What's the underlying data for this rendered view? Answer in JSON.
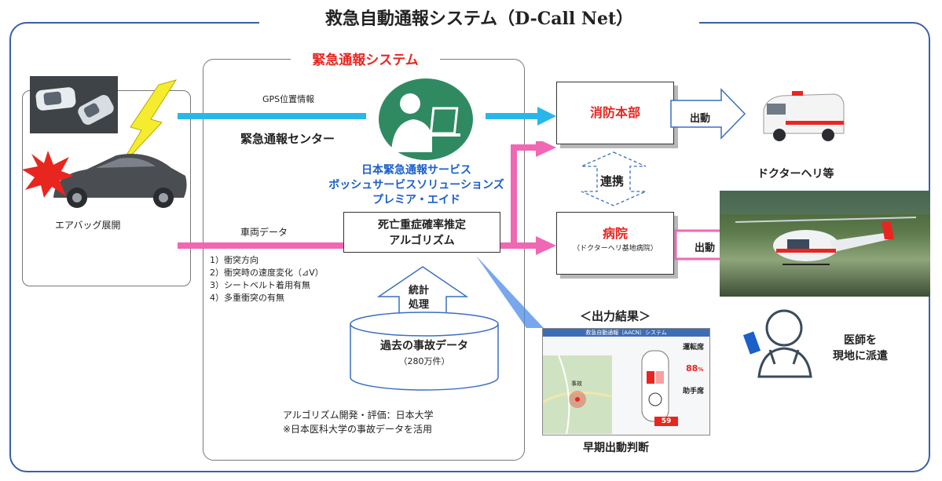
{
  "title": "救急自動通報システム（D-Call Net）",
  "center_title": "緊急通報システム",
  "gps_label": "GPS位置情報",
  "center_name": "緊急通報センター",
  "operators": [
    "日本緊急通報サービス",
    "ボッシュサービスソリューションズ",
    "プレミア・エイド"
  ],
  "airbag_label": "エアバッグ展開",
  "vehicle_data_label": "車両データ",
  "vehicle_data_items": [
    "1）衝突方向",
    "2）衝突時の速度変化（⊿V）",
    "3）シートベルト着用有無",
    "4）多重衝突の有無"
  ],
  "algorithm_box": [
    "死亡重症確率推定",
    "アルゴリズム"
  ],
  "stats_label": [
    "統計",
    "処理"
  ],
  "db_label": [
    "過去の事故データ",
    "（280万件）"
  ],
  "credits": [
    "アルゴリズム開発・評価：日本大学",
    "※日本医科大学の事故データを活用"
  ],
  "fire_dept": "消防本部",
  "dispatch_label": "出動",
  "coop_label": "連携",
  "hospital": "病院",
  "hospital_sub": "（ドクターヘリ基地病院）",
  "doctor_heli": "ドクターヘリ等",
  "output_label": "＜出力結果＞",
  "early_decision": "早期出動判断",
  "doctor_dispatch": [
    "医師を",
    "現地に派遣"
  ],
  "screen": {
    "header": "救急自動通報（AACN）システム",
    "seat_driver": "運転席",
    "driver_pct": "88",
    "pct_unit": "%",
    "seat_passenger": "助手席",
    "speed_value": "59",
    "map_label": "事故"
  },
  "colors": {
    "cyan": "#2ab7e8",
    "pink": "#f067b4",
    "red": "#e8261f",
    "blue_text": "#1a60c8",
    "teal": "#2f8a62",
    "frame": "#3a5fa8"
  }
}
